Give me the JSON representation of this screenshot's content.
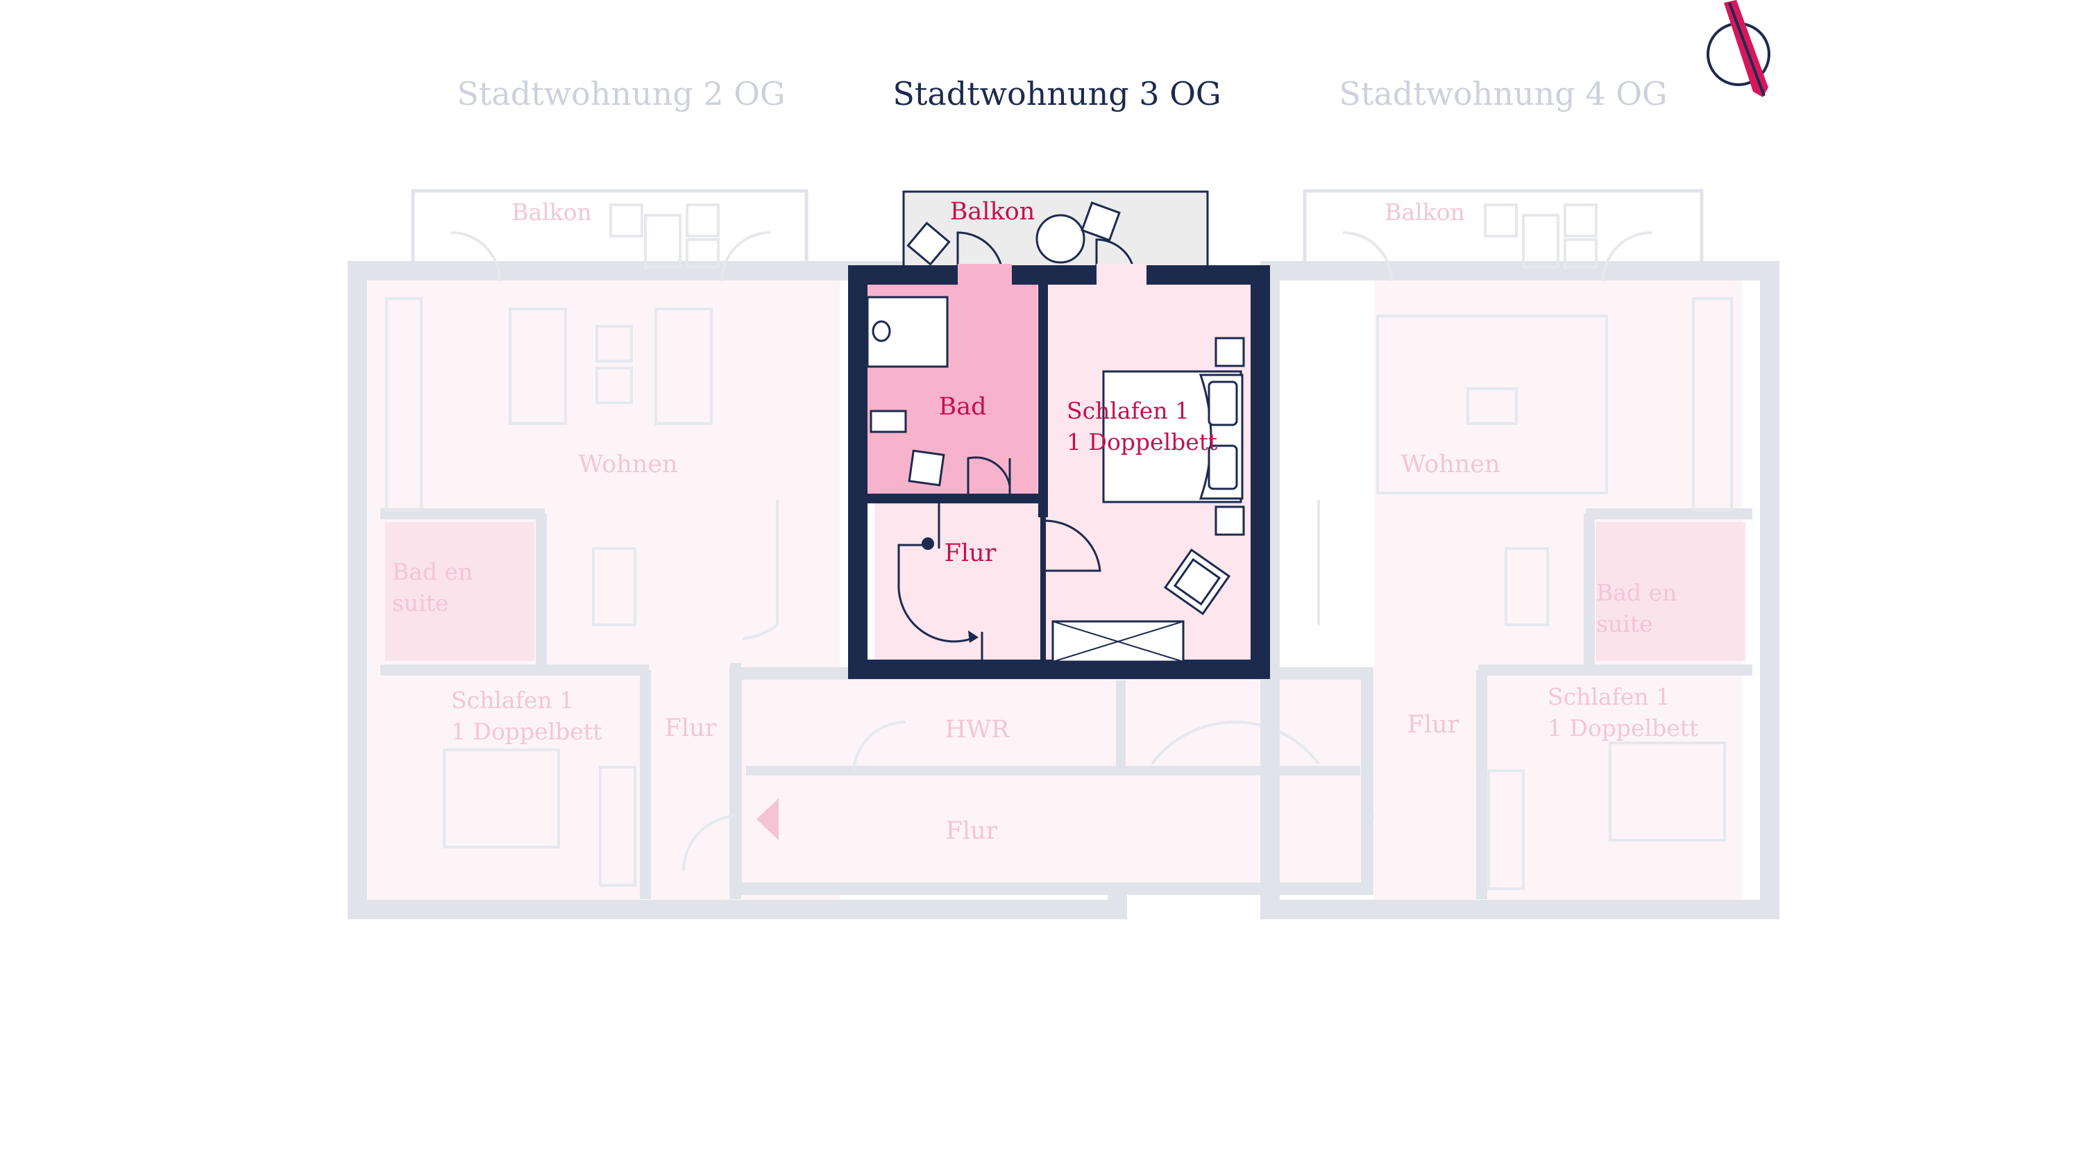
{
  "tabs": [
    {
      "label": "Stadtwohnung 2 OG",
      "active": false
    },
    {
      "label": "Stadtwohnung 3 OG",
      "active": true
    },
    {
      "label": "Stadtwohnung 4 OG",
      "active": false
    }
  ],
  "colors": {
    "active_wall": "#1c2a4e",
    "active_label": "#c4104f",
    "bath_fill": "#f7b3cc",
    "room_fill": "#fde6ee",
    "faded_wall": "#e1e3ea",
    "faded_fill": "#fdf4f7",
    "faded_label": "#f3c5d6",
    "compass_accent": "#d6175c",
    "tab_inactive": "#cdd1db",
    "tab_active": "#1c2a4e"
  },
  "icons": {
    "compass": "north-arrow-icon"
  },
  "active_rooms": {
    "balkon": "Balkon",
    "bad": "Bad",
    "schlafen_line1": "Schlafen 1",
    "schlafen_line2": "1 Doppelbett",
    "flur": "Flur"
  },
  "left_unit": {
    "balkon": "Balkon",
    "wohnen": "Wohnen",
    "bad_line1": "Bad en",
    "bad_line2": "suite",
    "schlafen_line1": "Schlafen 1",
    "schlafen_line2": "1 Doppelbett",
    "flur": "Flur"
  },
  "right_unit": {
    "balkon": "Balkon",
    "wohnen": "Wohnen",
    "bad_line1": "Bad en",
    "bad_line2": "suite",
    "schlafen_line1": "Schlafen 1",
    "schlafen_line2": "1 Doppelbett",
    "flur": "Flur"
  },
  "common": {
    "hwr": "HWR",
    "flur": "Flur"
  }
}
